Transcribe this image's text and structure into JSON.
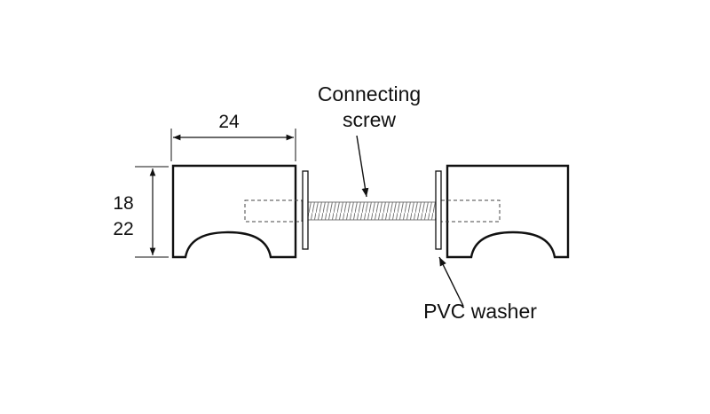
{
  "dimensions": {
    "width_label": "24",
    "height_label_1": "18",
    "height_label_2": "22"
  },
  "labels": {
    "screw_line1": "Connecting",
    "screw_line2": "screw",
    "washer": "PVC washer"
  },
  "colors": {
    "stroke": "#111111",
    "thread": "#777777"
  }
}
